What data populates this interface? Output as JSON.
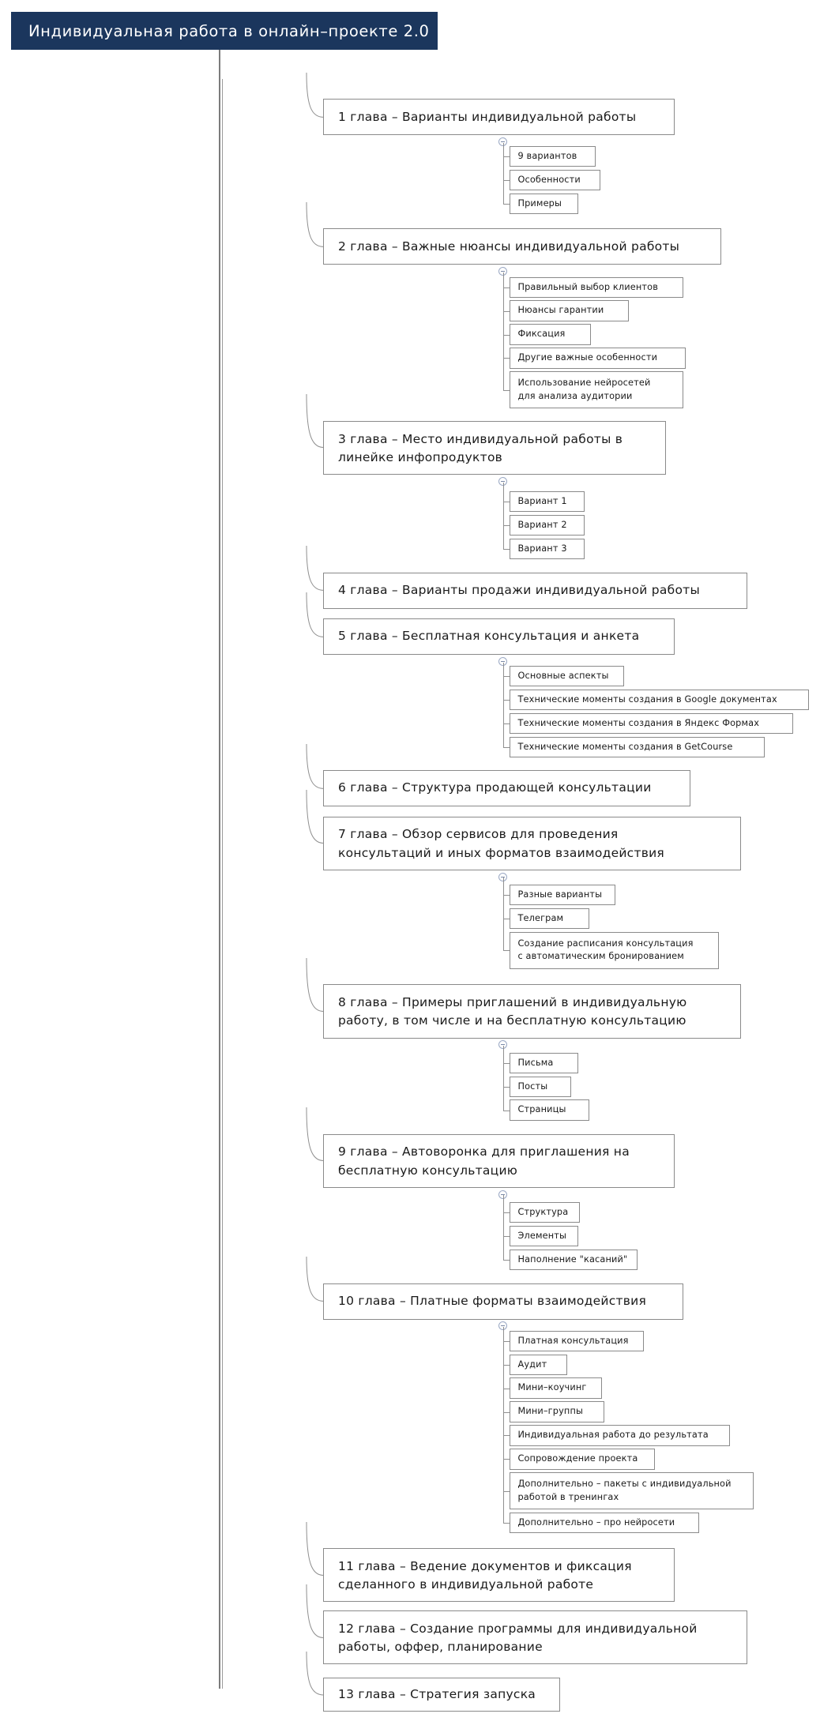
{
  "header": {
    "title": "Индивидуальная работа в онлайн–проекте 2.0",
    "background_color": "#1b365d",
    "text_color": "#ffffff"
  },
  "theme": {
    "node_border": "#8a8a8a",
    "line_color": "#8f8f8f",
    "toggle_border": "#9aa8c4",
    "text_color": "#1a1a1a",
    "page_background": "#ffffff"
  },
  "icons": {
    "collapse": "collapse-toggle-icon"
  },
  "mindmap": {
    "type": "tree",
    "root": "Индивидуальная работа в онлайн–проекте 2.0",
    "chapters": [
      {
        "id": 1,
        "label": "1 глава – Варианты индивидуальной работы",
        "children": [
          "9 вариантов",
          "Особенности",
          "Примеры"
        ]
      },
      {
        "id": 2,
        "label": "2 глава – Важные нюансы индивидуальной работы",
        "children": [
          "Правильный выбор клиентов",
          "Нюансы гарантии",
          "Фиксация",
          "Другие важные особенности",
          "Использование нейросетей\nдля анализа аудитории"
        ]
      },
      {
        "id": 3,
        "label": "3 глава – Место индивидуальной работы в\nлинейке инфопродуктов",
        "children": [
          "Вариант 1",
          "Вариант 2",
          "Вариант 3"
        ]
      },
      {
        "id": 4,
        "label": "4 глава – Варианты продажи индивидуальной работы",
        "children": []
      },
      {
        "id": 5,
        "label": "5 глава – Бесплатная консультация и анкета",
        "children": [
          "Основные аспекты",
          "Технические моменты создания в Google документах",
          "Технические моменты создания в Яндекс Формах",
          "Технические моменты создания в GetCourse"
        ]
      },
      {
        "id": 6,
        "label": "6 глава – Структура продающей консультации",
        "children": []
      },
      {
        "id": 7,
        "label": "7 глава – Обзор сервисов для проведения\nконсультаций и иных форматов взаимодействия",
        "children": [
          "Разные варианты",
          "Телеграм",
          "Создание расписания консультация\nс автоматическим бронированием"
        ]
      },
      {
        "id": 8,
        "label": "8 глава – Примеры приглашений в индивидуальную\nработу, в том числе и на бесплатную консультацию",
        "children": [
          "Письма",
          "Посты",
          "Страницы"
        ]
      },
      {
        "id": 9,
        "label": "9 глава – Автоворонка для приглашения на\nбесплатную консультацию",
        "children": [
          "Структура",
          "Элементы",
          "Наполнение \"касаний\""
        ]
      },
      {
        "id": 10,
        "label": "10 глава – Платные форматы взаимодействия",
        "children": [
          "Платная консультация",
          "Аудит",
          "Мини–коучинг",
          "Мини–группы",
          "Индивидуальная работа до результата",
          "Сопровождение проекта",
          "Дополнительно – пакеты с индивидуальной\nработой в тренингах",
          "Дополнительно – про нейросети"
        ]
      },
      {
        "id": 11,
        "label": "11 глава – Ведение документов и фиксация\nсделанного в индивидуальной работе",
        "children": []
      },
      {
        "id": 12,
        "label": "12 глава – Создание программы для индивидуальной\nработы, оффер, планирование",
        "children": []
      },
      {
        "id": 13,
        "label": "13 глава – Стратегия запуска",
        "children": []
      }
    ]
  }
}
